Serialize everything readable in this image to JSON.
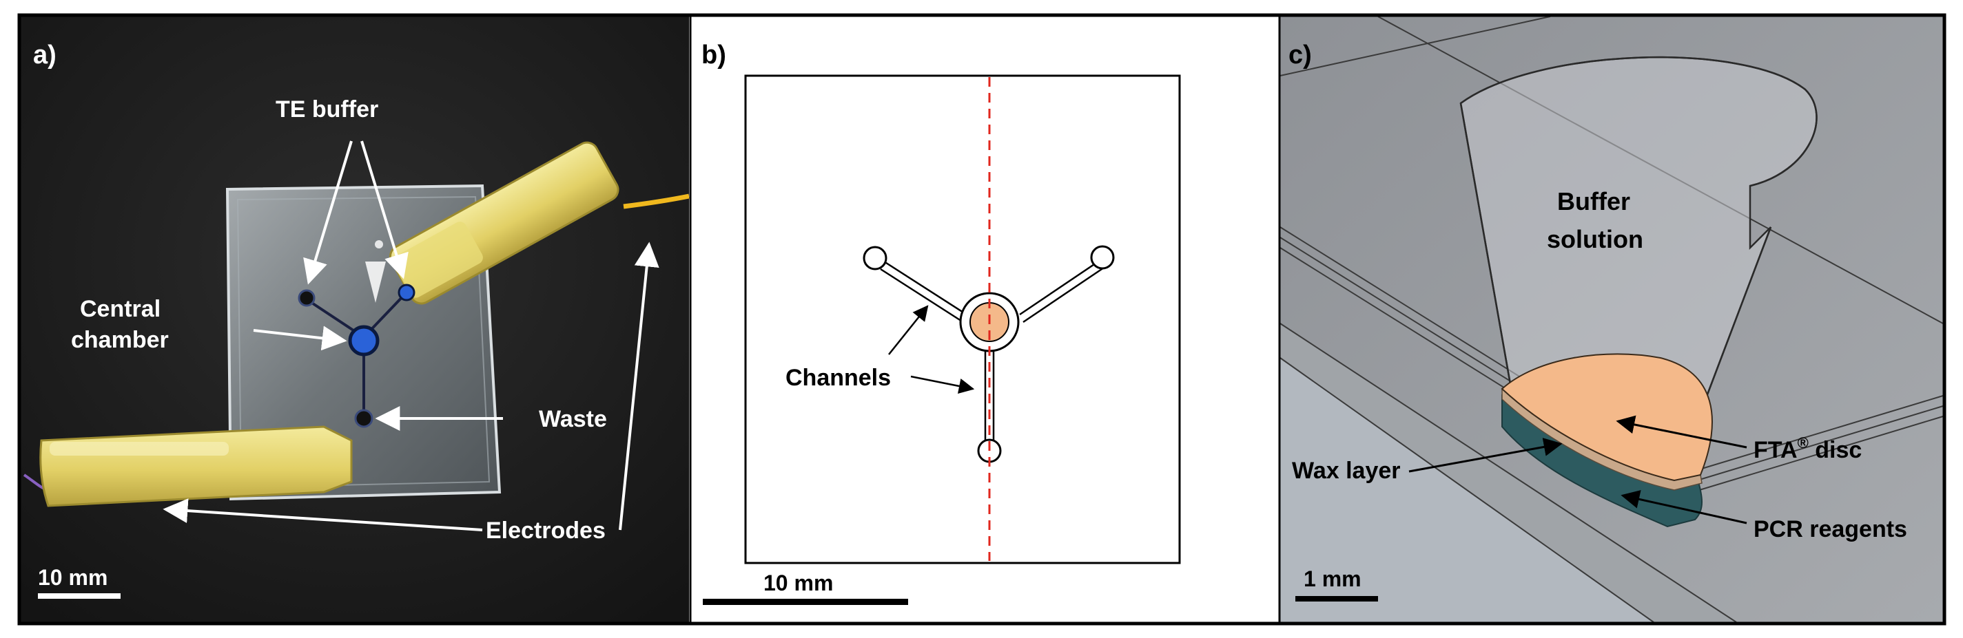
{
  "panels": {
    "a": {
      "letter": "a)",
      "labels": {
        "te_buffer": "TE buffer",
        "central_l1": "Central",
        "central_l2": "chamber",
        "waste": "Waste",
        "electrodes": "Electrodes"
      },
      "scale": "10 mm"
    },
    "b": {
      "letter": "b)",
      "labels": {
        "channels": "Channels"
      },
      "scale": "10 mm"
    },
    "c": {
      "letter": "c)",
      "labels": {
        "buffer_l1": "Buffer",
        "buffer_l2": "solution",
        "wax": "Wax layer",
        "fta": "FTA",
        "fta_sup": "®",
        "fta_tail": " disc",
        "pcr": "PCR reagents"
      },
      "scale": "1 mm"
    }
  },
  "colors": {
    "photo_background": "#1f1f1f",
    "chip_glass": "#b9c0c4",
    "connector_yellow": "#e8dc78",
    "electrode_wire": "#f0b81e",
    "well_blue": "#2a62d8",
    "disc_orange": "#f4b98a",
    "wax_teal": "#2d5b60",
    "cad_gray": "#9c9fa3",
    "cutline_red": "#e0271e"
  }
}
